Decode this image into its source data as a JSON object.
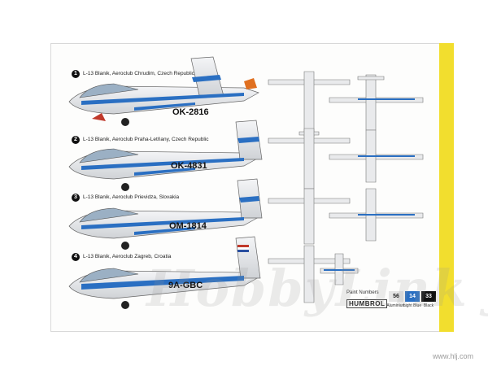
{
  "schemes": [
    {
      "number": "1",
      "label": "L-13 Blanik, Aeroclub Chrudim, Czech Republic",
      "registration": "OK-2816"
    },
    {
      "number": "2",
      "label": "L-13 Blanik, Aeroclub Praha-Letňany, Czech Republic",
      "registration": "OK-4831"
    },
    {
      "number": "3",
      "label": "L-13 Blanik, Aeroclub Prievidza, Slovakia",
      "registration": "OM-1814"
    },
    {
      "number": "4",
      "label": "L-13 Blanik, Aeroclub Zagreb, Croatia",
      "registration": "9A-GBC"
    }
  ],
  "paint_legend": {
    "title": "Paint Numbers",
    "brand": "HUMBROL",
    "paints": [
      {
        "code": "56",
        "name": "Aluminium",
        "color": "#e6e6e6",
        "text_color": "#222222"
      },
      {
        "code": "14",
        "name": "Light Blue",
        "color": "#2a6fc2",
        "text_color": "#ffffff"
      },
      {
        "code": "33",
        "name": "Black",
        "color": "#111111",
        "text_color": "#ffffff"
      }
    ]
  },
  "watermark": {
    "text": "HobbyLink Japan",
    "url": "www.hlj.com"
  },
  "colors": {
    "stripe": "#2a6fc2",
    "fuselage": "#eeeff1",
    "sheet_accent": "#f2de2e"
  }
}
